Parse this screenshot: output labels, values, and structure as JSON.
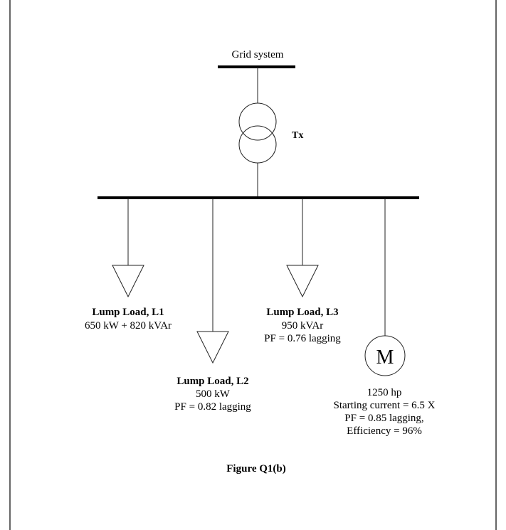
{
  "grid_label": "Grid system",
  "transformer_label": "Tx",
  "loads": [
    {
      "title": "Lump Load, L1",
      "lines": [
        "650 kW + 820 kVAr"
      ]
    },
    {
      "title": "Lump Load, L2",
      "lines": [
        "500 kW",
        "PF = 0.82 lagging"
      ]
    },
    {
      "title": "Lump Load, L3",
      "lines": [
        "950 kVAr",
        "PF = 0.76 lagging"
      ]
    }
  ],
  "motor": {
    "symbol": "M",
    "lines": [
      "1250 hp",
      "Starting current = 6.5 X",
      "PF = 0.85 lagging,",
      "Efficiency = 96%"
    ]
  },
  "caption": "Figure Q1(b)"
}
